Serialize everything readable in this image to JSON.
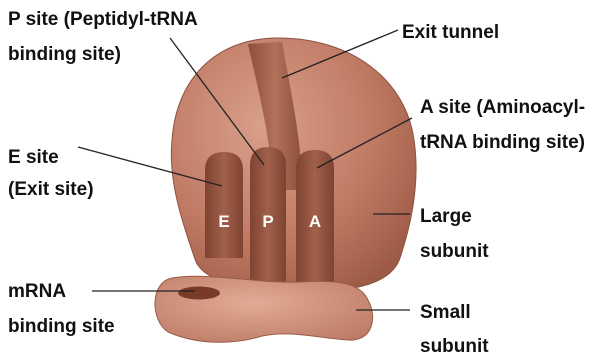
{
  "labels": {
    "p_site": {
      "line1": "P site (Peptidyl-tRNA",
      "line2": "binding site)"
    },
    "exit_tunnel": "Exit tunnel",
    "a_site": {
      "line1": "A site (Aminoacyl-",
      "line2": "tRNA binding site)"
    },
    "e_site": {
      "line1": "E site",
      "line2": "(Exit site)"
    },
    "large_subunit": {
      "line1": "Large",
      "line2": "subunit"
    },
    "mrna_site": {
      "line1": "mRNA",
      "line2": "binding site"
    },
    "small_subunit": {
      "line1": "Small",
      "line2": "subunit"
    }
  },
  "sites": {
    "e": "E",
    "p": "P",
    "a": "A"
  },
  "colors": {
    "large_subunit": "#c07a64",
    "small_subunit": "#cd8c76",
    "tunnel": "#9a5a44",
    "site_pocket": "#8f4f3b",
    "mrna_groove": "#7a3a2a"
  }
}
